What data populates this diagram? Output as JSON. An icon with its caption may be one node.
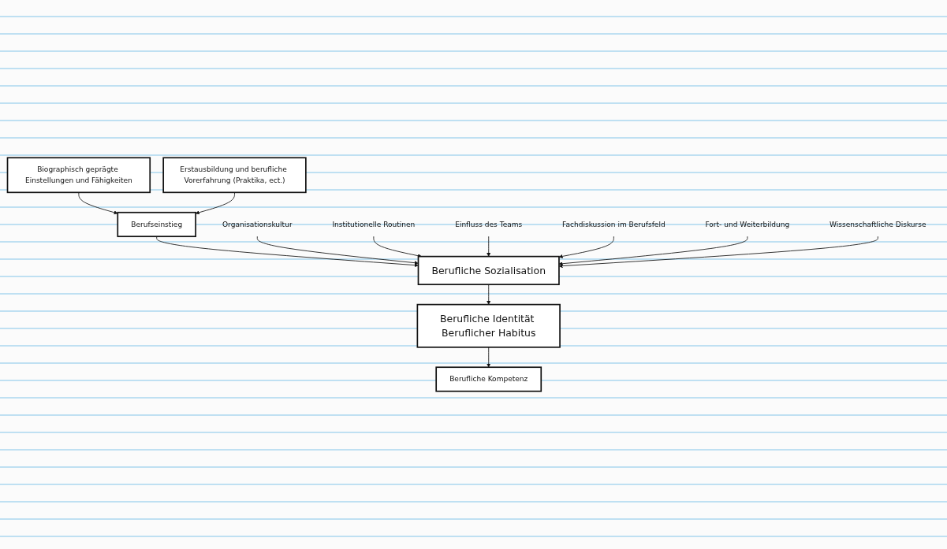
{
  "diagram": {
    "nodes": [
      {
        "text": [
          "Biographisch geprägte Einstellungen und Fähigkeiten"
        ]
      },
      {
        "text": [
          "Erstausbildung und berufliche Vorerfahrung (Praktika, ect.)"
        ]
      },
      {
        "text": [
          "Berufseinstieg"
        ]
      },
      {
        "text": [
          "Organisationskultur"
        ]
      },
      {
        "text": [
          "Institutionelle Routinen"
        ]
      },
      {
        "text": [
          "Einfluss des Teams"
        ]
      },
      {
        "text": [
          "Berufliche Sozialisation"
        ]
      },
      {
        "text": [
          "Fachdiskussion im Berufsfeld"
        ]
      },
      {
        "text": [
          "Fort- und Weiterbildung"
        ]
      },
      {
        "text": [
          "Wissenschaftliche Diskurse"
        ]
      },
      {
        "text": [
          "Berufliche Identität Beruflicher Habitus"
        ]
      },
      {
        "text": [
          "Berufliche Kompetenz"
        ]
      }
    ],
    "edges": [
      {
        "from": 0,
        "to": 2,
        "arrow": "to"
      },
      {
        "from": 1,
        "to": 2,
        "arrow": "to"
      },
      {
        "from": 2,
        "to": 6,
        "arrow": "to"
      },
      {
        "from": 3,
        "to": 6,
        "arrow": "to"
      },
      {
        "from": 4,
        "to": 6,
        "arrow": "to"
      },
      {
        "from": 5,
        "to": 6,
        "arrow": "to"
      },
      {
        "from": 7,
        "to": 6,
        "arrow": "to"
      },
      {
        "from": 8,
        "to": 6,
        "arrow": "to"
      },
      {
        "from": 9,
        "to": 6,
        "arrow": "to"
      },
      {
        "from": 6,
        "to": 10,
        "arrow": "to"
      },
      {
        "from": 10,
        "to": 11,
        "arrow": "to"
      }
    ]
  }
}
